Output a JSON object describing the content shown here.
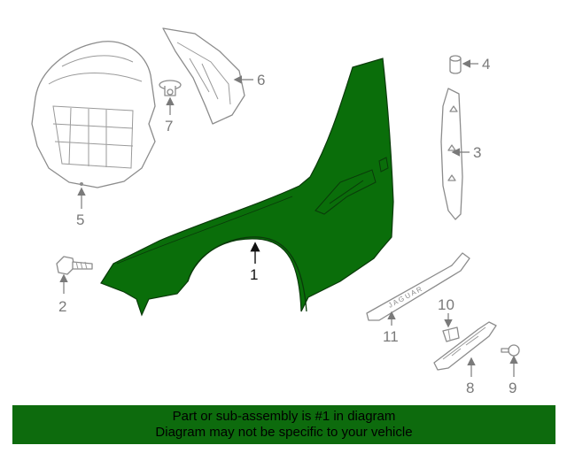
{
  "colors": {
    "highlight_part": "#0a6e0a",
    "banner_bg": "#0d6b0d",
    "line_gray": "#8c8c8c"
  },
  "callouts": {
    "c1": "1",
    "c2": "2",
    "c3": "3",
    "c4": "4",
    "c5": "5",
    "c6": "6",
    "c7": "7",
    "c8": "8",
    "c9": "9",
    "c10": "10",
    "c11": "11"
  },
  "molding_text": "J A G U A R",
  "banner": {
    "line1": "Part or sub-assembly is #1 in diagram",
    "line2": "Diagram may not be specific to your vehicle"
  }
}
